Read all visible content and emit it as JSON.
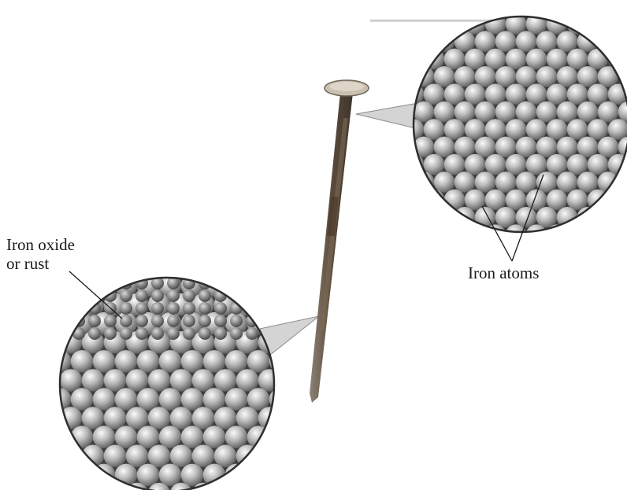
{
  "labels": {
    "oxide_line1": "Iron oxide",
    "oxide_line2": "or rust",
    "atoms": "Iron atoms"
  },
  "colors": {
    "atom_light": "#f2f2f2",
    "atom_dark": "#5a5a5a",
    "nail_rust": "#6b5a48",
    "background_text": "#cfcfcf"
  }
}
